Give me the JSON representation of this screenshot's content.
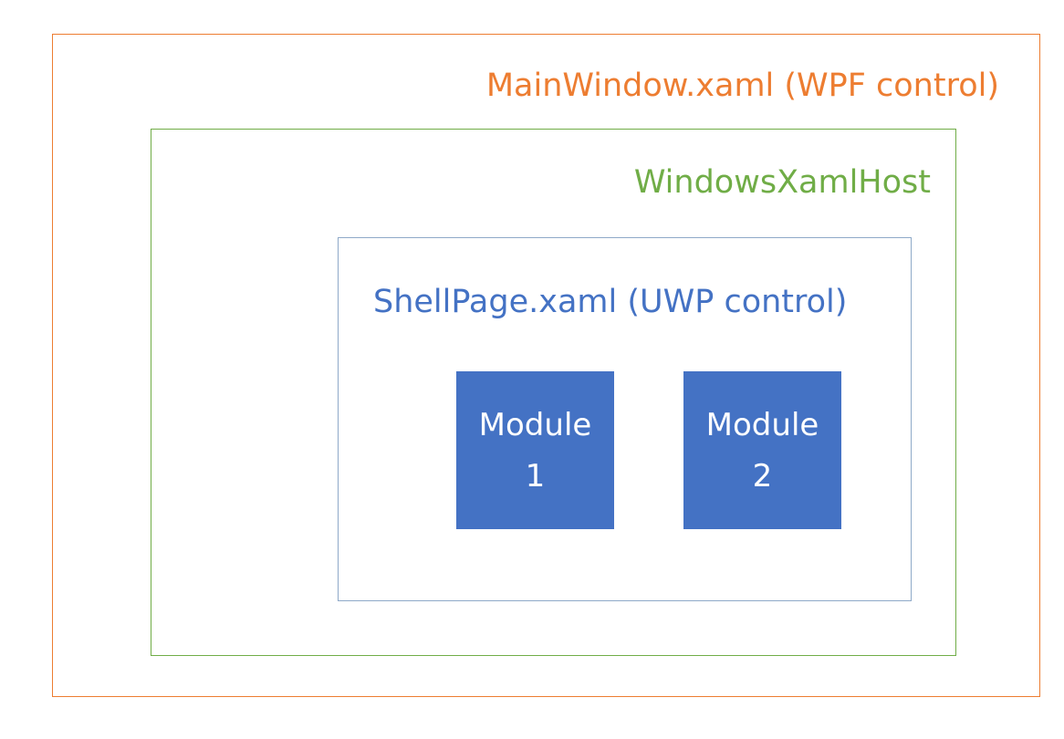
{
  "colors": {
    "wpf_orange": "#ED7D31",
    "host_green": "#70AD47",
    "uwp_blue": "#4472C4",
    "shell_border": "#8EA9C8",
    "module_text": "#FFFFFF"
  },
  "main_window": {
    "label": "MainWindow.xaml (WPF control)"
  },
  "xaml_host": {
    "label": "WindowsXamlHost"
  },
  "shell_page": {
    "label": "ShellPage.xaml (UWP control)"
  },
  "modules": [
    {
      "line1": "Module",
      "line2": "1"
    },
    {
      "line1": "Module",
      "line2": "2"
    }
  ]
}
